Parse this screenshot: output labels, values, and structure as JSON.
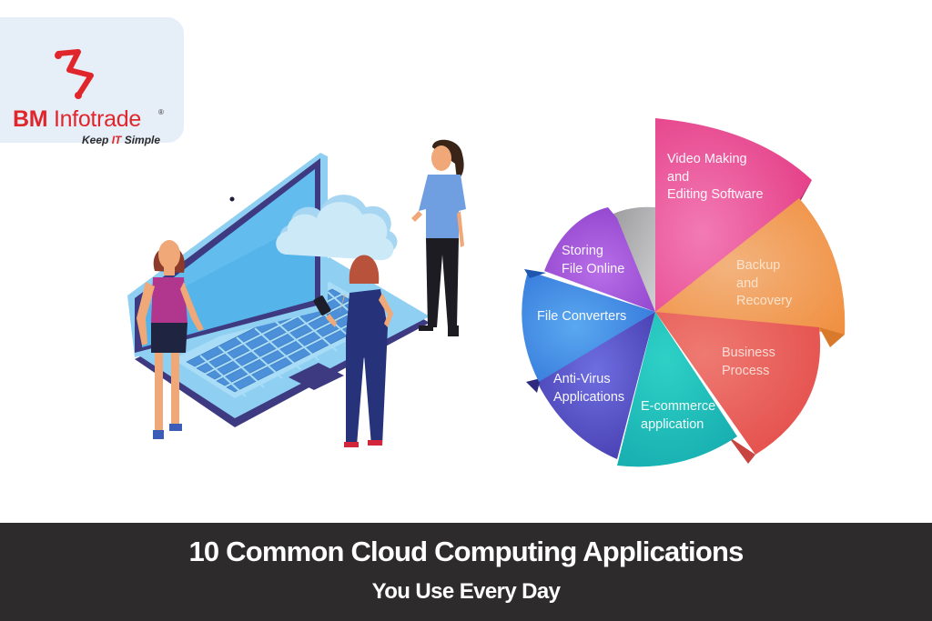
{
  "logo": {
    "brand_bm": "BM",
    "brand_rest": "Infotrade",
    "registered": "®",
    "tagline_pre": "Keep ",
    "tagline_it": "IT",
    "tagline_post": " Simple",
    "brand_color": "#e0262b",
    "icon": "bm-zigzag-logo-icon"
  },
  "illustration": {
    "description": "Laptop with cloud and three women",
    "elements": [
      "laptop",
      "cloud",
      "woman-left-magenta-top",
      "woman-center-navy-holding-phone",
      "woman-right-blue-shirt"
    ]
  },
  "pie": {
    "segments": [
      {
        "label": "Video Making and Editing Software",
        "lines": [
          "Video Making",
          "and",
          "Editing Software"
        ],
        "color": "#ea4f93"
      },
      {
        "label": "Backup and Recovery",
        "lines": [
          "Backup",
          "and",
          "Recovery"
        ],
        "color": "#f4a25a"
      },
      {
        "label": "Business Process",
        "lines": [
          "Business",
          "Process"
        ],
        "color": "#ea6a64"
      },
      {
        "label": "E-commerce application",
        "lines": [
          "E-commerce",
          "application"
        ],
        "color": "#25c2b8"
      },
      {
        "label": "Anti-Virus Applications",
        "lines": [
          "Anti-Virus",
          "Applications"
        ],
        "color": "#5753c9"
      },
      {
        "label": "File Converters",
        "lines": [
          "File Converters"
        ],
        "color": "#3f88e6"
      },
      {
        "label": "Storing File Online",
        "lines": [
          "Storing",
          "File Online"
        ],
        "color": "#a056de"
      },
      {
        "label": "",
        "lines": [],
        "color": "#b3b3b5"
      }
    ]
  },
  "banner": {
    "title": "10 Common Cloud Computing Applications",
    "subtitle": "You Use Every Day",
    "background": "#2d2b2c"
  }
}
